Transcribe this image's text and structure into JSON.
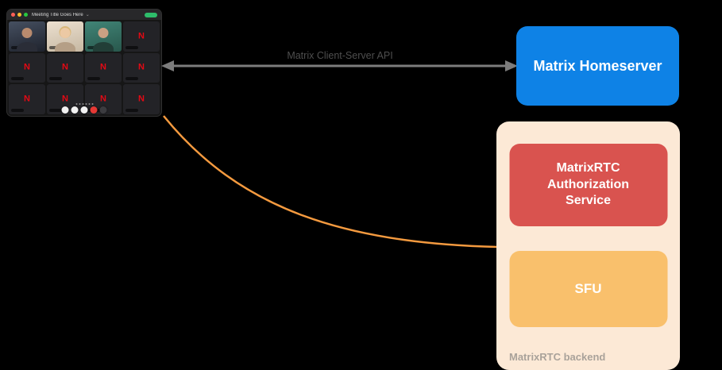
{
  "canvas": {
    "bg": "#000000"
  },
  "call_window": {
    "title": "Meeting Title Goes Here",
    "icons": {
      "chevron_down": "⌄"
    },
    "traffic_lights": [
      "#ff5f57",
      "#febc2e",
      "#28c840"
    ],
    "status_pill_color": "#2ebd6b",
    "logo_letter": "N",
    "logo_color": "#e50914",
    "controls": [
      "#f2f2f2",
      "#f2f2f2",
      "#f2f2f2",
      "#e53935",
      "#3c3c40"
    ]
  },
  "client_server_api": {
    "label": "Matrix Client-Server API",
    "arrow_color": "#7c7c7c",
    "label_color": "#4e4e4e"
  },
  "homeserver": {
    "label": "Matrix Homeserver",
    "bg": "#0e82e6",
    "text_color": "#ffffff"
  },
  "rtc_backend": {
    "label": "MatrixRTC backend",
    "bg": "#fce9d6",
    "label_color": "#a9a29a",
    "auth_service": {
      "label": "MatrixRTC Authorization Service",
      "bg": "#d9534f",
      "text_color": "#ffffff"
    },
    "sfu": {
      "label": "SFU",
      "bg": "#f9c06c",
      "text_color": "#ffffff"
    }
  },
  "media_connection": {
    "color": "#f49a3f"
  }
}
